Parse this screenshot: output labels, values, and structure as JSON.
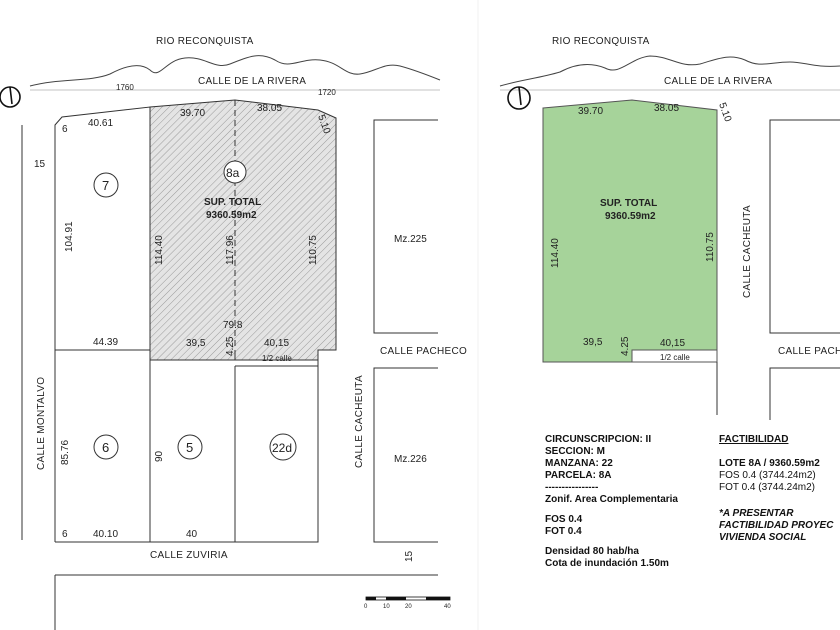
{
  "river": "RIO RECONQUISTA",
  "streets": {
    "rivera": "CALLE DE LA RIVERA",
    "montalvo": "CALLE MONTALVO",
    "cacheuta": "CALLE CACHEUTA",
    "pacheco": "CALLE PACHECO",
    "pacheco_cut": "CALLE PACH",
    "zuviria": "CALLE ZUVIRIA",
    "half_street": "1/2 calle"
  },
  "parcels": {
    "p7": "7",
    "p8a": "8a",
    "p6": "6",
    "p5": "5",
    "p22d": "22d"
  },
  "blocks": {
    "mz225": "Mz.225",
    "mz226": "Mz.226"
  },
  "area": {
    "label": "SUP. TOTAL",
    "value": "9360.59m2"
  },
  "dimensions": {
    "d1760": "1760",
    "d1720": "1720",
    "d39_70": "39.70",
    "d38_05": "38.05",
    "d5_10": "5.10",
    "d40_61": "40.61",
    "d6_top": "6",
    "d15_left": "15",
    "d104_91": "104.91",
    "d114_40": "114.40",
    "d117_96": "117.96",
    "d110_75": "110.75",
    "d79_8": "79.8",
    "d44_39": "44.39",
    "d39_5": "39,5",
    "d4_25": "4.25",
    "d40_15": "40,15",
    "d85_76": "85.76",
    "d90": "90",
    "d6_bottom": "6",
    "d40_10": "40.10",
    "d40": "40",
    "d15_bottom": "15"
  },
  "scale_ticks": [
    "0",
    "10",
    "20",
    "40"
  ],
  "cadastral": {
    "circ": "CIRCUNSCRIPCION: II",
    "seccion": "SECCION: M",
    "manzana": "MANZANA: 22",
    "parcela": "PARCELA: 8A",
    "dashes": "----------------",
    "zonif": "Zonif. Area Complementaria",
    "fos": "FOS 0.4",
    "fot": "FOT 0.4",
    "densidad": "Densidad 80 hab/ha",
    "cota": "Cota de inundación 1.50m"
  },
  "factibilidad": {
    "title": "FACTIBILIDAD",
    "lote": "LOTE 8A / 9360.59m2",
    "fos": "FOS 0.4 (3744.24m2)",
    "fot": "FOT 0.4 (3744.24m2)",
    "note1": "*A PRESENTAR",
    "note2": "FACTIBILIDAD PROYEC",
    "note3": "VIVIENDA SOCIAL"
  },
  "colors": {
    "parcel_green": "#a6d39a",
    "parcel_hatch": "#d9d9d9",
    "line": "#333333"
  }
}
